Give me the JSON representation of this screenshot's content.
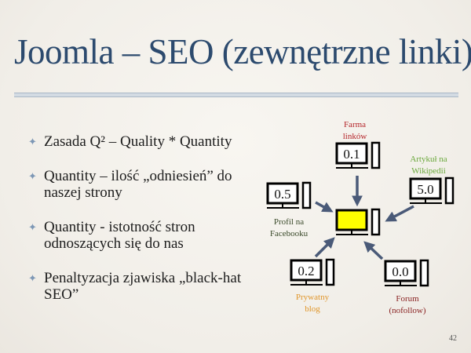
{
  "slide": {
    "title": "Joomla – SEO (zewnętrzne linki)",
    "page_number": "42",
    "bullets": [
      {
        "text": "Zasada Q² – Quality * Quantity"
      },
      {
        "text": "Quantity – ilość „odniesień” do naszej strony"
      },
      {
        "text": "Quantity - istotność stron odnoszących się do nas"
      },
      {
        "text": "Penaltyzacja zjawiska „black-hat SEO”"
      }
    ]
  },
  "diagram": {
    "center_color": "#ffff00",
    "arrow_color": "#4a5a78",
    "nodes": [
      {
        "value": "0.1",
        "label_lines": [
          "Farma",
          "linków"
        ],
        "color": "#b5262b"
      },
      {
        "value": "5.0",
        "label_lines": [
          "Artykuł na",
          "Wikipedii"
        ],
        "color": "#6aa83c"
      },
      {
        "value": "0.5",
        "label_lines": [
          "Profil na",
          "Facebooku"
        ],
        "color": "#3a4a2a"
      },
      {
        "value": "0.2",
        "label_lines": [
          "Prywatny",
          "blog"
        ],
        "color": "#e0962a"
      },
      {
        "value": "0.0",
        "label_lines": [
          "Forum",
          "(nofollow)"
        ],
        "color": "#8a2424"
      }
    ]
  }
}
